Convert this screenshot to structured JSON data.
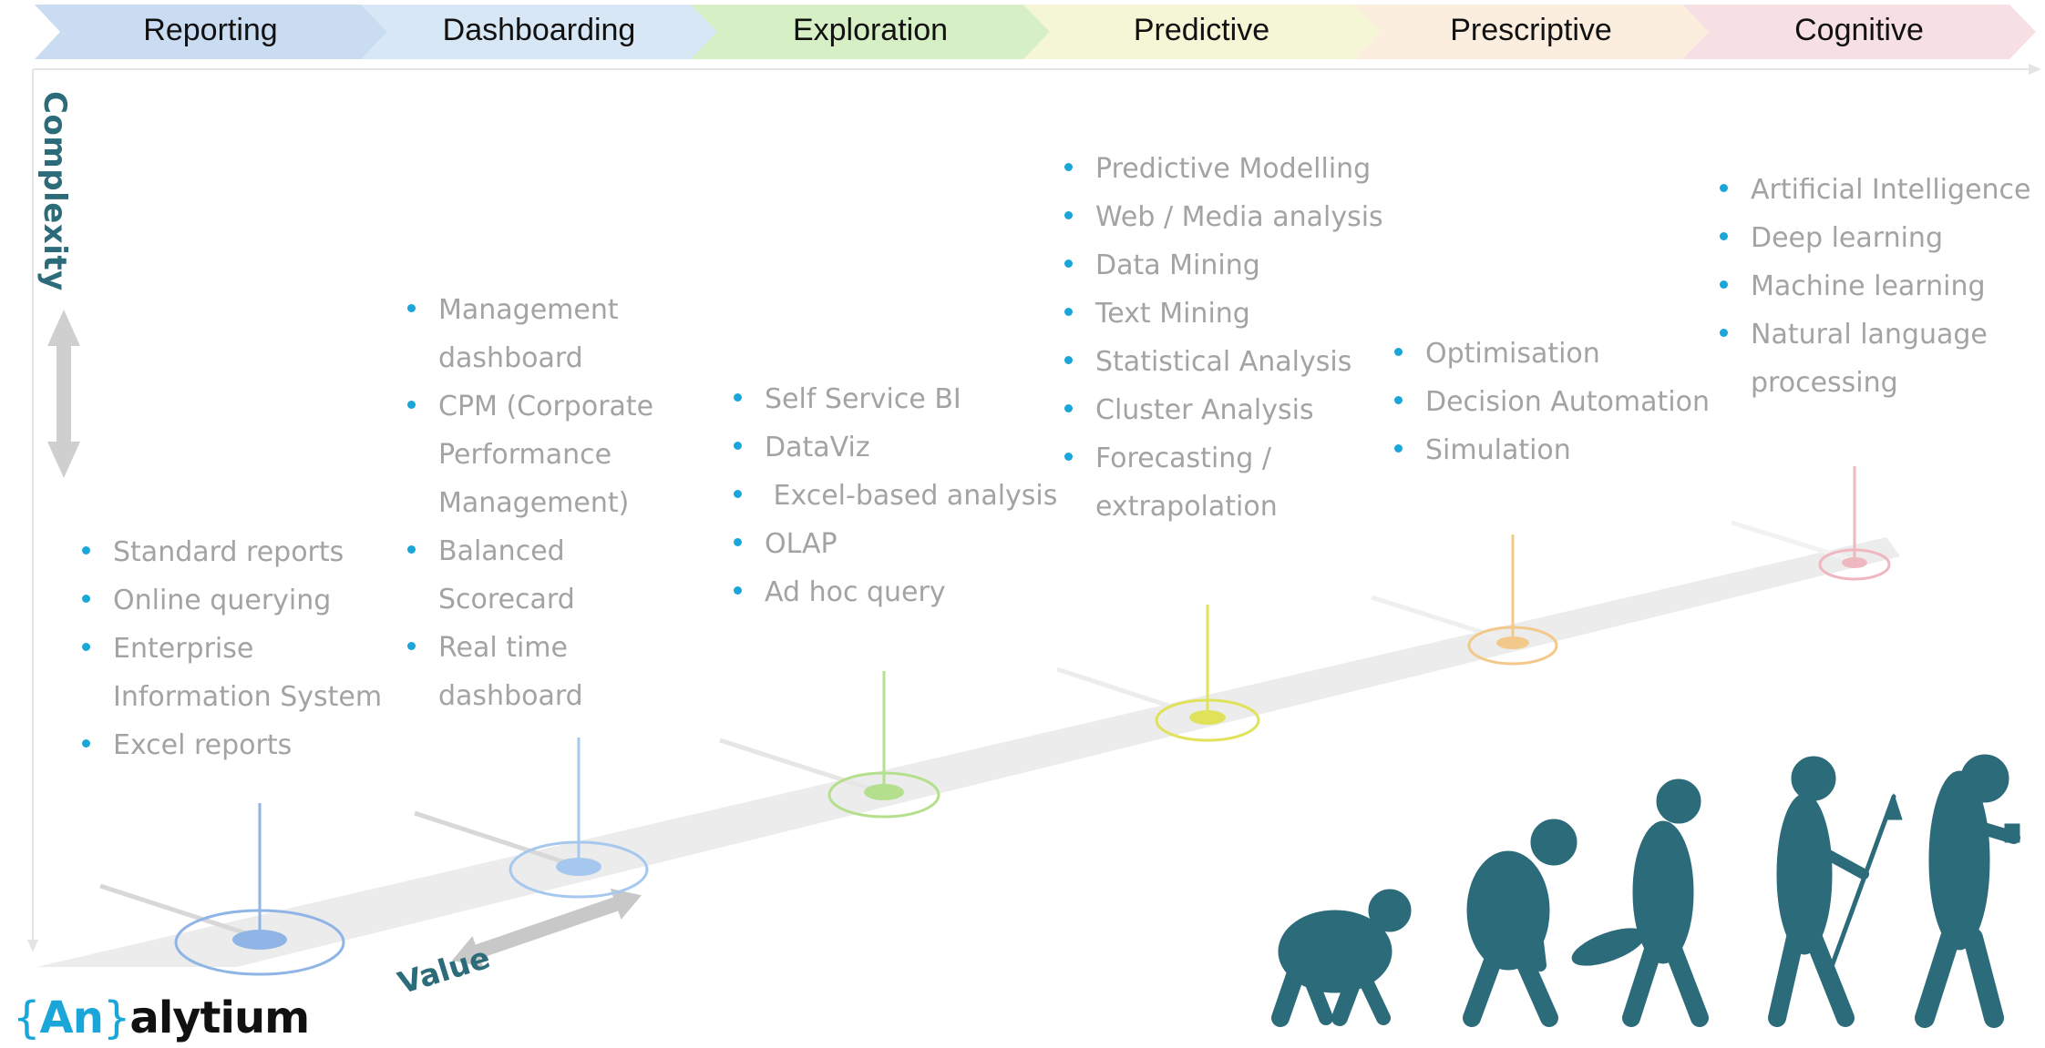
{
  "stages": [
    {
      "label": "Reporting",
      "color": "#c9dcf2",
      "pin": "#8fb4e6"
    },
    {
      "label": "Dashboarding",
      "color": "#d7e7f5",
      "pin": "#a6c8ee"
    },
    {
      "label": "Exploration",
      "color": "#d6efc4",
      "pin": "#b4e08e"
    },
    {
      "label": "Predictive",
      "color": "#f4f6d6",
      "pin": "#e0e25a"
    },
    {
      "label": "Prescriptive",
      "color": "#fbeede",
      "pin": "#f3c98b"
    },
    {
      "label": "Cognitive",
      "color": "#f6e0e3",
      "pin": "#efb8c0"
    }
  ],
  "lists": {
    "reporting": [
      "Standard reports",
      "Online querying",
      "Enterprise",
      "Information System",
      "Excel reports"
    ],
    "dashboarding": [
      "Management",
      "dashboard",
      "CPM (Corporate",
      "Performance",
      "Management)",
      "Balanced",
      "Scorecard",
      "Real time",
      "dashboard"
    ],
    "exploration": [
      "Self Service BI",
      "DataViz",
      " Excel-based analysis",
      "OLAP",
      "Ad hoc query"
    ],
    "predictive": [
      "Predictive Modelling",
      "Web / Media analysis",
      "Data Mining",
      "Text Mining",
      "Statistical Analysis",
      "Cluster Analysis",
      "Forecasting /",
      "extrapolation"
    ],
    "prescriptive": [
      "Optimisation",
      "Decision Automation",
      "Simulation"
    ],
    "cognitive": [
      "Artificial Intelligence",
      "Deep learning",
      "Machine learning",
      "Natural language",
      "processing"
    ]
  },
  "axes": {
    "complexity": "Complexity",
    "value": "Value"
  },
  "logo": {
    "open": "{",
    "an": "An",
    "close": "}",
    "rest": "alytium"
  },
  "colors": {
    "axis_text": "#2c6b7a",
    "bullet": "#1aa6d9",
    "item_text": "#a3a3a3",
    "silhouette": "#2c6b7a"
  }
}
